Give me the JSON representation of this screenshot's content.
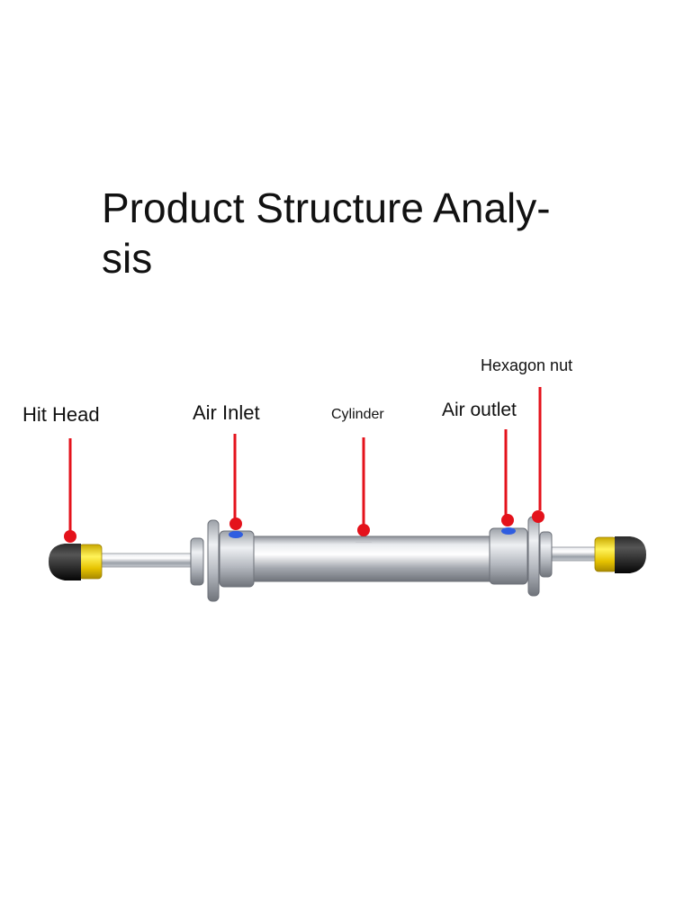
{
  "title": "Product Structure Analy-\nsis",
  "labels": {
    "hit_head": "Hit Head",
    "air_inlet": "Air Inlet",
    "cylinder": "Cylinder",
    "air_outlet": "Air outlet",
    "hexagon_nut": "Hexagon nut"
  },
  "colors": {
    "pointer": "#e4121b",
    "background": "#ffffff"
  }
}
